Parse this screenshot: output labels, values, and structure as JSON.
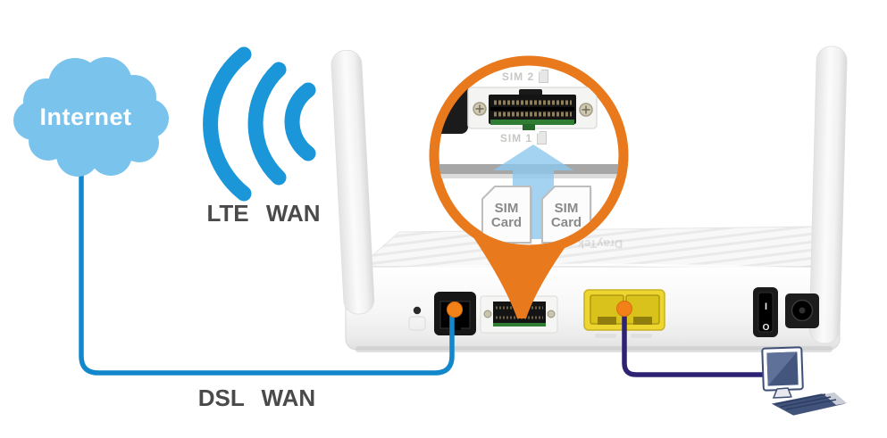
{
  "labels": {
    "internet": "Internet",
    "lte_wan": "LTE WAN",
    "dsl_wan": "DSL WAN"
  },
  "magnifier": {
    "sim_slot_upper_label": "SIM 2",
    "sim_slot_lower_label": "SIM 1",
    "sim_cards": [
      {
        "label": "SIM Card"
      },
      {
        "label": "SIM Card"
      }
    ]
  },
  "router": {
    "brand": "DrayTek",
    "power_switch": {
      "on_mark": "I",
      "off_mark": "O"
    }
  },
  "colors": {
    "cloud_blue": "#79C3EC",
    "signal_blue": "#1B96D9",
    "dsl_cable_blue": "#1287CC",
    "lan_cable_navy": "#2D2273",
    "magnifier_orange": "#E8791D",
    "lan_port_yellow": "#EDD62F",
    "arrow_blue": "#8CC8ED",
    "connector_orange": "#F28118",
    "label_gray": "#4A4A4A"
  }
}
